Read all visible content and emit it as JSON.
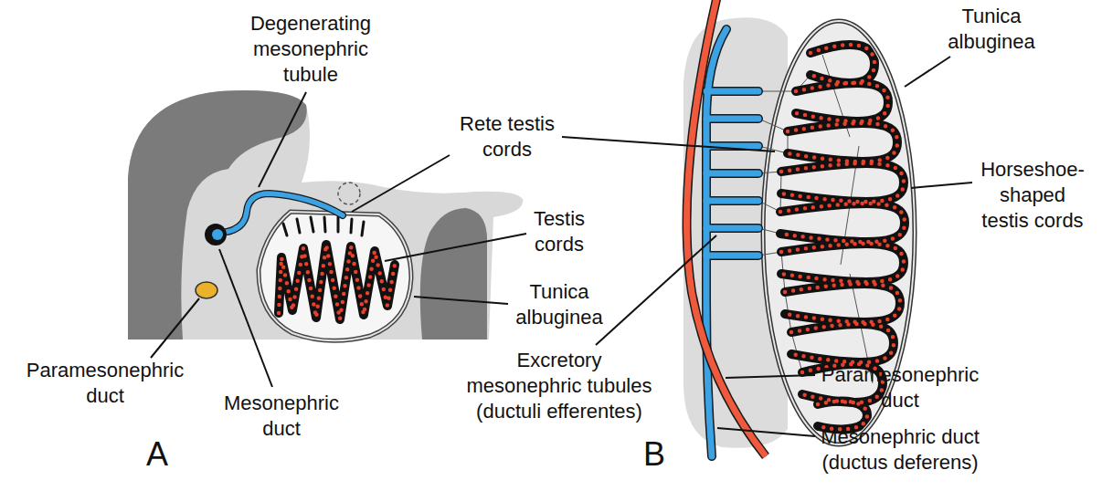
{
  "diagram": {
    "labels": [
      "Degenerating mesonephric tubule",
      "Tunica albuginea",
      "Rete testis cords",
      "Horseshoe- shaped testis cords",
      "Testis cords",
      "Tunica albuginea",
      "Excretory mesonephric tubules (ductuli efferentes)",
      "Paramesonephric duct",
      "Paramesonephric duct",
      "Mesonephric duct",
      "Mesonephric duct (ductus deferens)",
      "A",
      "B"
    ]
  }
}
